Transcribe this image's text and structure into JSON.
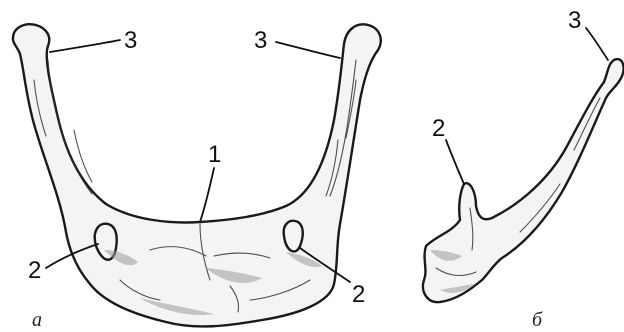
{
  "labels": {
    "one": "1",
    "two": "2",
    "three": "3"
  },
  "panels": {
    "a": "а",
    "b": "б"
  }
}
